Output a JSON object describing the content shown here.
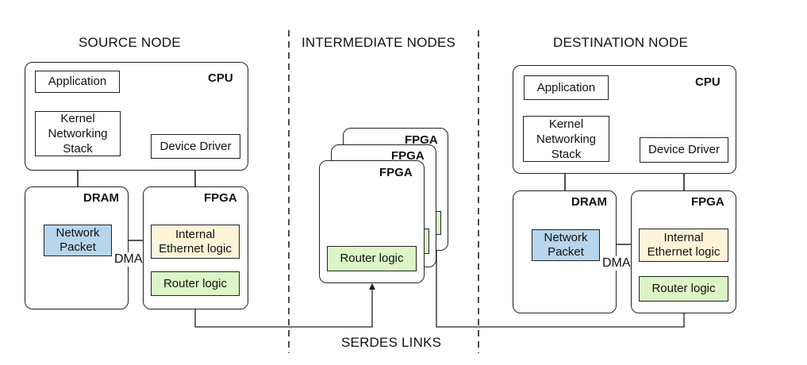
{
  "headings": {
    "source": "SOURCE NODE",
    "intermediate": "INTERMEDIATE NODES",
    "destination": "DESTINATION NODE",
    "links": "SERDES LINKS"
  },
  "source": {
    "cpu_tag": "CPU",
    "dram_tag": "DRAM",
    "fpga_tag": "FPGA",
    "application": "Application",
    "kernel": [
      "Kernel",
      "Networking",
      "Stack"
    ],
    "device_driver": "Device Driver",
    "network_packet": [
      "Network",
      "Packet"
    ],
    "ethernet": [
      "Internal",
      "Ethernet logic"
    ],
    "router": "Router logic",
    "dma": "DMA"
  },
  "intermediate": {
    "fpga_tags": [
      "FPGA",
      "FPGA",
      "FPGA"
    ],
    "router": "Router logic"
  },
  "destination": {
    "cpu_tag": "CPU",
    "dram_tag": "DRAM",
    "fpga_tag": "FPGA",
    "application": "Application",
    "kernel": [
      "Kernel",
      "Networking",
      "Stack"
    ],
    "device_driver": "Device Driver",
    "network_packet": [
      "Network",
      "Packet"
    ],
    "ethernet": [
      "Internal",
      "Ethernet logic"
    ],
    "router": "Router logic",
    "dma": "DMA"
  },
  "colors": {
    "packet": "#b7d5ec",
    "ethernet": "#fdf4d8",
    "router": "#dcf5c6",
    "line": "#222222"
  }
}
